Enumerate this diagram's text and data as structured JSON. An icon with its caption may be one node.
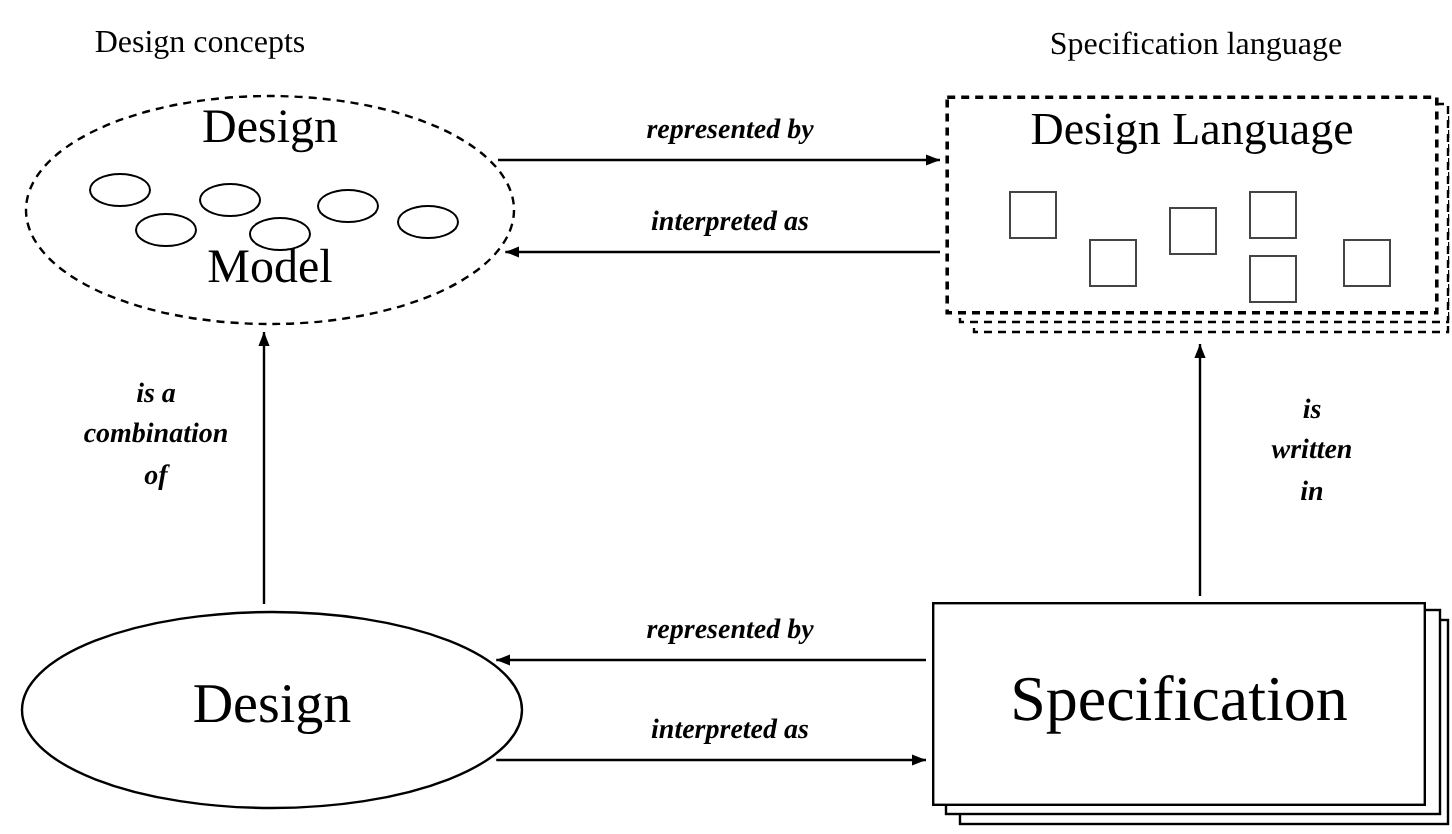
{
  "diagram": {
    "nodes": [
      {
        "text": [
          "Design concepts",
          "Design",
          "Model"
        ]
      },
      {
        "text": [
          "Specification language",
          "Design Language"
        ]
      },
      {
        "text": [
          "Design"
        ]
      },
      {
        "text": [
          "Specification"
        ]
      }
    ],
    "edges": [
      {
        "from": 0,
        "to": 1,
        "arrow": "to",
        "label": "represented by"
      },
      {
        "from": 1,
        "to": 0,
        "arrow": "to",
        "label": "interpreted as"
      },
      {
        "from": 2,
        "to": 0,
        "arrow": "to",
        "label": "is a combination of"
      },
      {
        "from": 3,
        "to": 1,
        "arrow": "to",
        "label": "is written in"
      },
      {
        "from": 3,
        "to": 2,
        "arrow": "to",
        "label": "represented by"
      },
      {
        "from": 2,
        "to": 3,
        "arrow": "to",
        "label": "interpreted as"
      }
    ]
  }
}
